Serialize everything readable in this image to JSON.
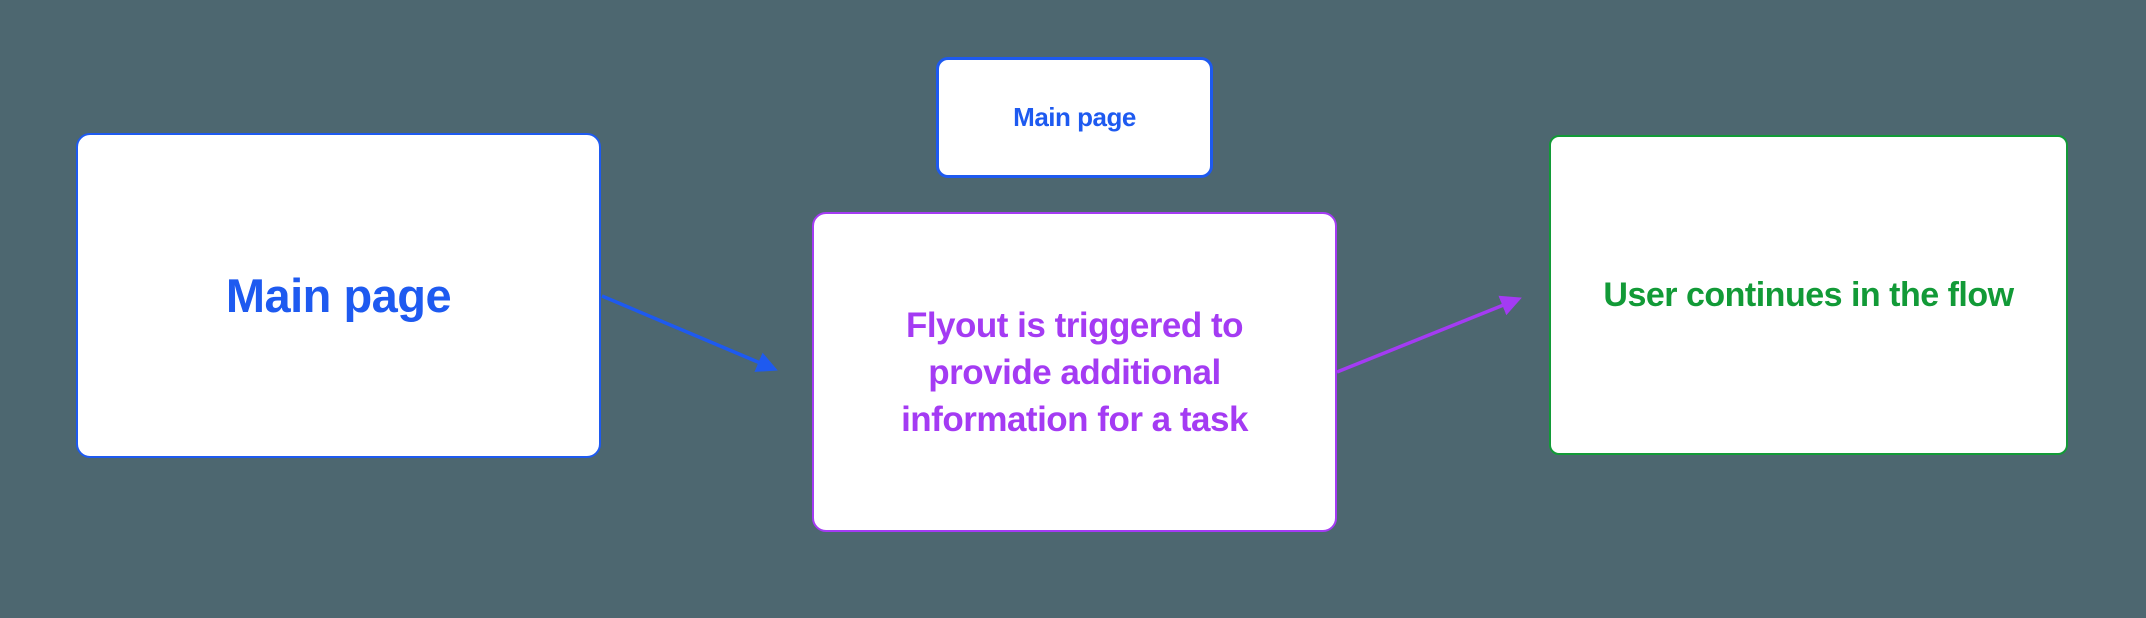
{
  "background_color": "#4D6770",
  "nodes": {
    "main": {
      "label": "Main page",
      "color": "#1E5AF0"
    },
    "main_mini": {
      "label": "Main page",
      "color": "#1E5AF0"
    },
    "flyout": {
      "label": "Flyout is triggered to provide additional information for a task",
      "lines": [
        "Flyout is triggered to",
        "provide additional",
        "information for a task"
      ],
      "color": "#A43BF3"
    },
    "continue": {
      "label": "User continues in the flow",
      "color": "#129A37"
    }
  },
  "edges": {
    "main_to_flyout": {
      "from": "Main page",
      "to": "Flyout is triggered to provide additional information for a task",
      "color": "#1E5AF0"
    },
    "flyout_to_continue": {
      "from": "Flyout is triggered to provide additional information for a task",
      "to": "User continues in the flow",
      "color": "#A43BF3"
    }
  }
}
